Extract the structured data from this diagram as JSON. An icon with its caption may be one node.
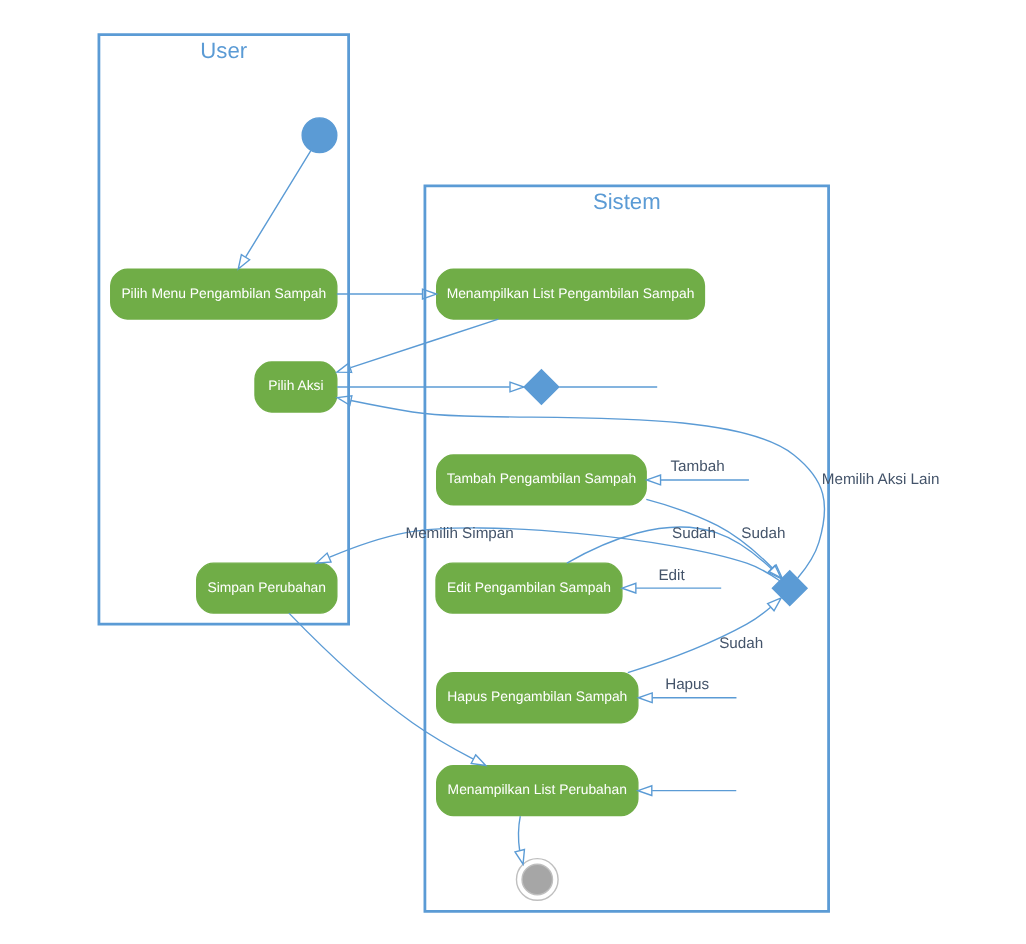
{
  "diagram": {
    "nodes": [
      {
        "text": [
          "User"
        ]
      },
      {
        "text": [
          "Sistem"
        ]
      },
      {
        "text": [],
        "shape": "circle",
        "in": 0
      },
      {
        "text": [
          "Pilih Menu Pengambilan Sampah"
        ],
        "in": 0
      },
      {
        "text": [
          "Menampilkan List Pengambilan Sampah"
        ],
        "in": 1
      },
      {
        "text": [
          "Pilih Aksi"
        ],
        "in": 0
      },
      {
        "text": [],
        "shape": "diamond",
        "in": 1
      },
      {
        "text": [
          "Tambah Pengambilan Sampah"
        ],
        "in": 1
      },
      {
        "text": [
          "Edit Pengambilan Sampah"
        ],
        "in": 1
      },
      {
        "text": [
          "Simpan Perubahan"
        ],
        "in": 0
      },
      {
        "text": [],
        "shape": "diamond",
        "in": 1
      },
      {
        "text": [
          "Hapus Pengambilan Sampah"
        ],
        "in": 1
      },
      {
        "text": [
          "Menampilkan List Perubahan"
        ],
        "in": 1
      },
      {
        "text": [],
        "shape": "circle",
        "in": 1
      }
    ],
    "edges": [
      {
        "from": 2,
        "to": 3,
        "arrow": "to"
      },
      {
        "from": 3,
        "to": 4,
        "arrow": "to"
      },
      {
        "from": 4,
        "to": 5,
        "arrow": "to"
      },
      {
        "from": 5,
        "to": 6,
        "arrow": "to"
      },
      {
        "from": 6,
        "to": null,
        "arrow": "none"
      },
      {
        "from": null,
        "to": 7,
        "label": "Tambah",
        "arrow": "to"
      },
      {
        "from": null,
        "to": 8,
        "label": "Edit",
        "arrow": "to"
      },
      {
        "from": null,
        "to": 11,
        "label": "Hapus",
        "arrow": "to"
      },
      {
        "from": 7,
        "to": 10,
        "label": "Sudah",
        "arrow": "to"
      },
      {
        "from": 8,
        "to": 10,
        "label": "Sudah",
        "arrow": "to"
      },
      {
        "from": 11,
        "to": 10,
        "label": "Sudah",
        "arrow": "to"
      },
      {
        "from": 10,
        "to": 5,
        "label": "Memilih Aksi Lain",
        "arrow": "to"
      },
      {
        "from": 10,
        "to": 9,
        "label": "Memilih Simpan",
        "arrow": "to"
      },
      {
        "from": 9,
        "to": 12,
        "arrow": "to"
      },
      {
        "from": null,
        "to": 12,
        "arrow": "to"
      },
      {
        "from": 12,
        "to": 13,
        "arrow": "to"
      }
    ]
  }
}
